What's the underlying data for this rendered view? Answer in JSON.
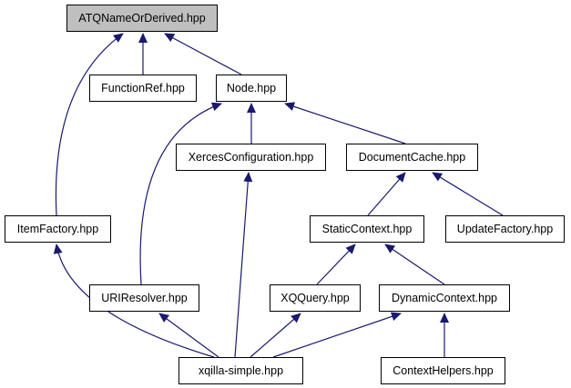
{
  "diagram": {
    "nodes": {
      "atq": "ATQNameOrDerived.hpp",
      "functionref": "FunctionRef.hpp",
      "node": "Node.hpp",
      "xercesconfig": "XercesConfiguration.hpp",
      "documentcache": "DocumentCache.hpp",
      "itemfactory": "ItemFactory.hpp",
      "staticcontext": "StaticContext.hpp",
      "updatefactory": "UpdateFactory.hpp",
      "uriresolver": "URIResolver.hpp",
      "xqquery": "XQQuery.hpp",
      "dynamiccontext": "DynamicContext.hpp",
      "xqillasimple": "xqilla-simple.hpp",
      "contexthelpers": "ContextHelpers.hpp"
    },
    "edges": [
      [
        "functionref",
        "atq"
      ],
      [
        "node",
        "atq"
      ],
      [
        "itemfactory",
        "atq"
      ],
      [
        "xercesconfig",
        "node"
      ],
      [
        "documentcache",
        "node"
      ],
      [
        "uriresolver",
        "node"
      ],
      [
        "staticcontext",
        "documentcache"
      ],
      [
        "updatefactory",
        "documentcache"
      ],
      [
        "xqquery",
        "staticcontext"
      ],
      [
        "dynamiccontext",
        "staticcontext"
      ],
      [
        "contexthelpers",
        "dynamiccontext"
      ],
      [
        "xqillasimple",
        "itemfactory"
      ],
      [
        "xqillasimple",
        "xercesconfig"
      ],
      [
        "xqillasimple",
        "uriresolver"
      ],
      [
        "xqillasimple",
        "xqquery"
      ],
      [
        "xqillasimple",
        "dynamiccontext"
      ]
    ],
    "colors": {
      "edge": "#191970",
      "root_fill": "#bfbfbf",
      "node_fill": "#ffffff",
      "border": "#000000"
    }
  }
}
